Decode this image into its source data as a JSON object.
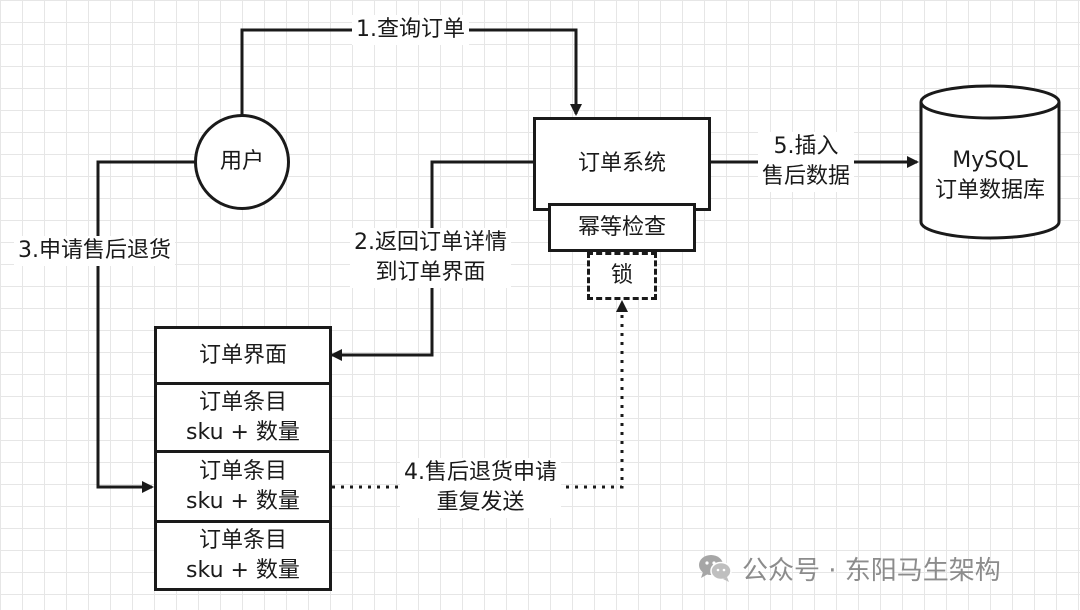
{
  "nodes": {
    "user": "用户",
    "order_system": "订单系统",
    "idempotency_check": "幂等检查",
    "lock": "锁",
    "database": {
      "line1": "MySQL",
      "line2": "订单数据库"
    },
    "order_page": "订单界面",
    "order_items": [
      {
        "line1": "订单条目",
        "line2": "sku + 数量"
      },
      {
        "line1": "订单条目",
        "line2": "sku + 数量"
      },
      {
        "line1": "订单条目",
        "line2": "sku + 数量"
      }
    ]
  },
  "edges": {
    "query_order": "1.查询订单",
    "return_detail": {
      "line1": "2.返回订单详情",
      "line2": "到订单界面"
    },
    "apply_return": "3.申请售后退货",
    "repeat_request": {
      "line1": "4.售后退货申请",
      "line2": "重复发送"
    },
    "insert_data": {
      "line1": "5.插入",
      "line2": "售后数据"
    }
  },
  "watermark": {
    "icon": "wechat-icon",
    "text": "公众号 · 东阳马生架构"
  },
  "colors": {
    "line": "#1a1a1a",
    "grid": "#e6e6e6",
    "watermark": "#8c8c8c"
  }
}
